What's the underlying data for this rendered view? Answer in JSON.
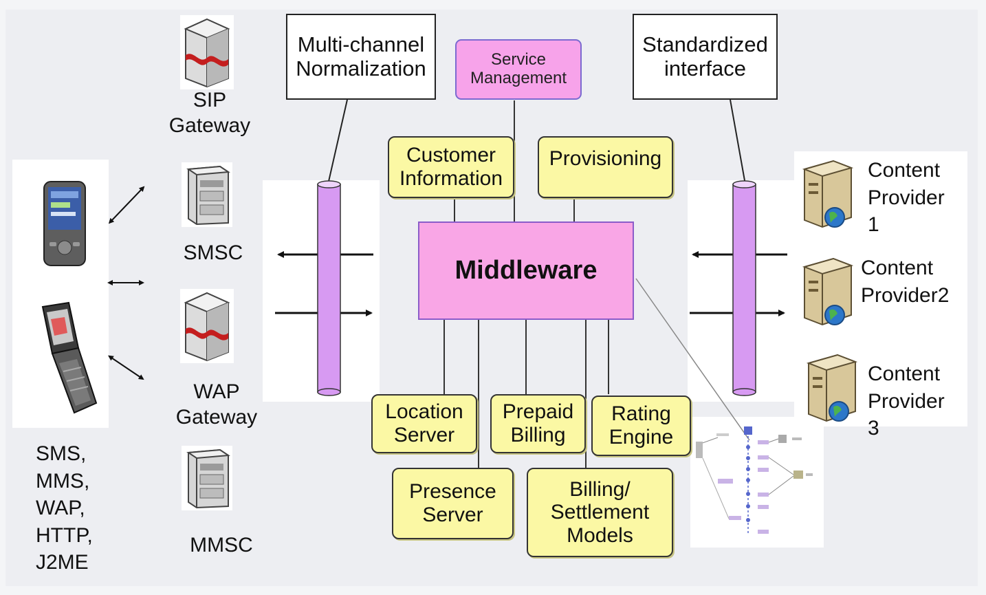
{
  "callouts": {
    "normalization": "Multi-channel\nNormalization",
    "standardized": "Standardized\ninterface",
    "service_mgmt": "Service\nManagement"
  },
  "center": {
    "middleware": "Middleware",
    "customer_info": "Customer\nInformation",
    "provisioning": "Provisioning"
  },
  "lower_modules": {
    "location": "Location\nServer",
    "prepaid": "Prepaid\nBilling",
    "rating": "Rating\nEngine",
    "presence": "Presence\nServer",
    "billing": "Billing/\nSettlement\nModels"
  },
  "gateways": {
    "sip": "SIP\nGateway",
    "smsc": "SMSC",
    "wap": "WAP\nGateway",
    "mmsc": "MMSC"
  },
  "protocols": "SMS,\nMMS,\nWAP,\nHTTP,\nJ2ME",
  "content_providers": {
    "cp1": "Content\nProvider\n1",
    "cp2": "Content\nProvider2",
    "cp3": "Content\nProvider\n3"
  },
  "colors": {
    "middleware": "#f9a6e6",
    "module": "#fbf8a4",
    "bus": "#d79af2"
  },
  "icons": [
    "server-tower-icon",
    "rack-server-icon",
    "mobile-phone-icon",
    "flip-phone-icon",
    "globe-server-icon",
    "network-thumbnail-icon"
  ]
}
